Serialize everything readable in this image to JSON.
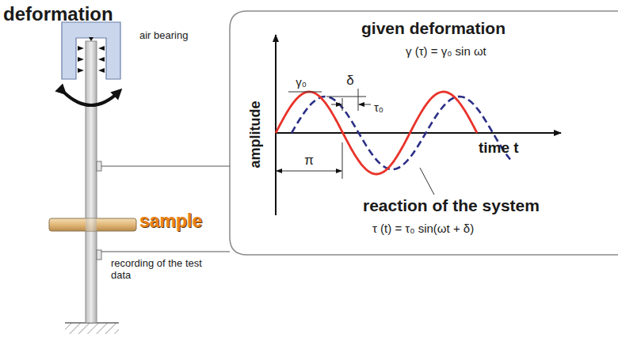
{
  "diagram": {
    "title": "deformation",
    "labels": [
      "air bearing",
      "sample",
      "recording of the test data",
      "amplitude",
      "given deformation",
      "γ (τ) = γ₀ sin ωt",
      "δ",
      "γ₀",
      "τ₀",
      "π",
      "time t",
      "reaction of the system",
      "τ (t) = τ₀ sin(ωt + δ)"
    ]
  }
}
